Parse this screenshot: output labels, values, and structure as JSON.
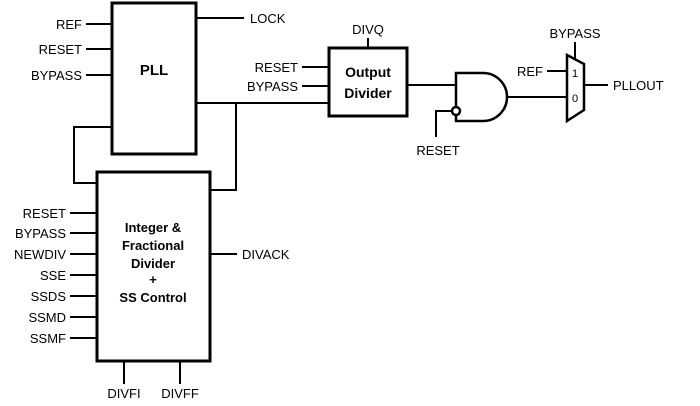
{
  "blocks": {
    "pll": "PLL",
    "output_divider": [
      "Output",
      "Divider"
    ],
    "integer_divider": [
      "Integer &",
      "Fractional",
      "Divider",
      "+",
      "SS Control"
    ]
  },
  "pll_inputs": [
    "REF",
    "RESET",
    "BYPASS"
  ],
  "pll_output": "LOCK",
  "output_divider_inputs": [
    "RESET",
    "BYPASS"
  ],
  "output_divider_top": "DIVQ",
  "gate_reset": "RESET",
  "mux": {
    "select": "BYPASS",
    "input_ref": "REF",
    "input_1": "1",
    "input_0": "0",
    "output": "PLLOUT"
  },
  "divider_inputs": [
    "RESET",
    "BYPASS",
    "NEWDIV",
    "SSE",
    "SSDS",
    "SSMD",
    "SSMF"
  ],
  "divider_output": "DIVACK",
  "divider_bottom": [
    "DIVFI",
    "DIVFF"
  ]
}
